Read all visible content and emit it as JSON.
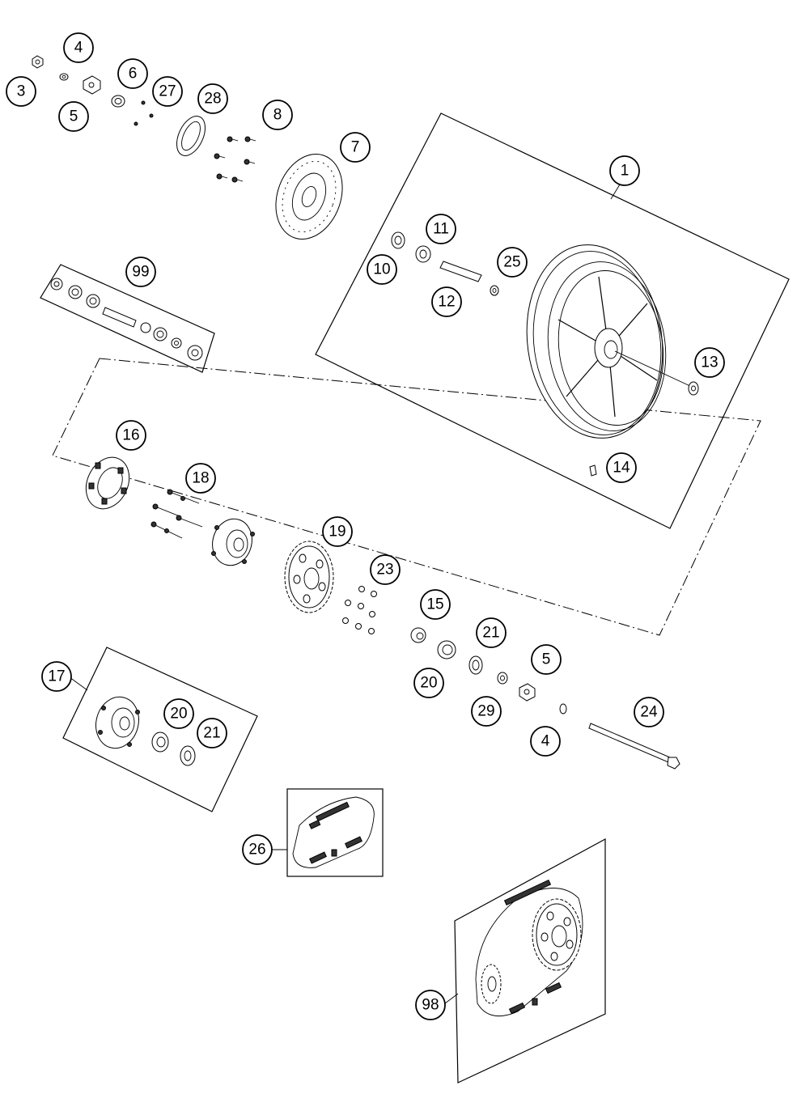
{
  "callouts": [
    {
      "id": "c-1",
      "label": "1"
    },
    {
      "id": "c-3",
      "label": "3"
    },
    {
      "id": "c-4a",
      "label": "4"
    },
    {
      "id": "c-4b",
      "label": "4"
    },
    {
      "id": "c-5a",
      "label": "5"
    },
    {
      "id": "c-5b",
      "label": "5"
    },
    {
      "id": "c-6",
      "label": "6"
    },
    {
      "id": "c-7",
      "label": "7"
    },
    {
      "id": "c-8",
      "label": "8"
    },
    {
      "id": "c-10",
      "label": "10"
    },
    {
      "id": "c-11",
      "label": "11"
    },
    {
      "id": "c-12",
      "label": "12"
    },
    {
      "id": "c-13",
      "label": "13"
    },
    {
      "id": "c-14",
      "label": "14"
    },
    {
      "id": "c-15",
      "label": "15"
    },
    {
      "id": "c-16",
      "label": "16"
    },
    {
      "id": "c-17",
      "label": "17"
    },
    {
      "id": "c-18",
      "label": "18"
    },
    {
      "id": "c-19",
      "label": "19"
    },
    {
      "id": "c-20a",
      "label": "20"
    },
    {
      "id": "c-20b",
      "label": "20"
    },
    {
      "id": "c-21a",
      "label": "21"
    },
    {
      "id": "c-21b",
      "label": "21"
    },
    {
      "id": "c-23",
      "label": "23"
    },
    {
      "id": "c-24",
      "label": "24"
    },
    {
      "id": "c-25",
      "label": "25"
    },
    {
      "id": "c-26",
      "label": "26"
    },
    {
      "id": "c-27",
      "label": "27"
    },
    {
      "id": "c-28",
      "label": "28"
    },
    {
      "id": "c-29",
      "label": "29"
    },
    {
      "id": "c-98",
      "label": "98"
    },
    {
      "id": "c-99",
      "label": "99"
    }
  ]
}
